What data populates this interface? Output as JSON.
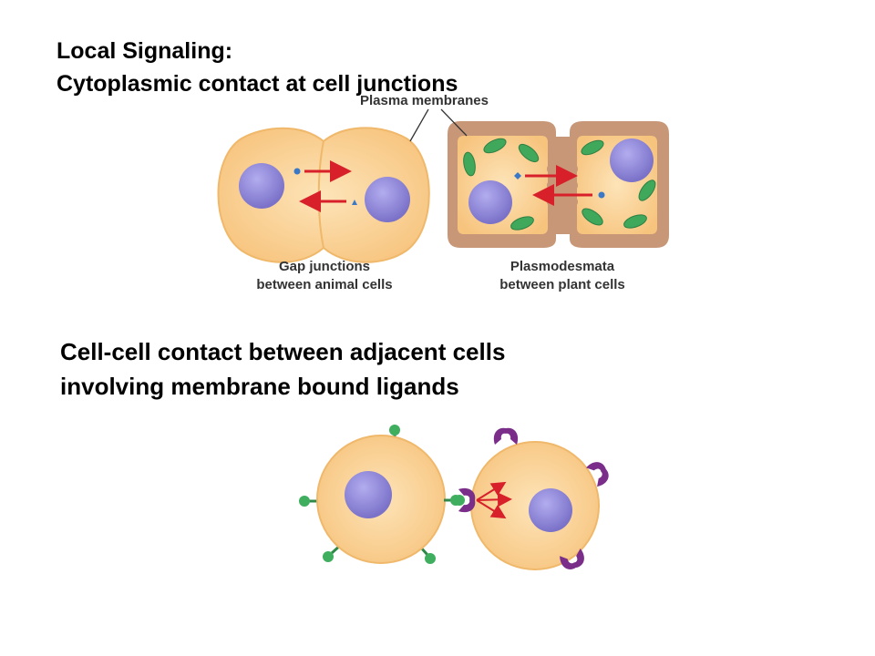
{
  "heading1": {
    "line1": "Local Signaling:",
    "line2": "Cytoplasmic contact at cell junctions"
  },
  "heading2": {
    "line1": "Cell-cell contact between adjacent cells",
    "line2": "involving membrane bound ligands"
  },
  "figure1": {
    "plasma_label": "Plasma membranes",
    "gap_label_1": "Gap junctions",
    "gap_label_2": "between animal cells",
    "plasmo_label_1": "Plasmodesmata",
    "plasmo_label_2": "between plant cells"
  },
  "colors": {
    "cytoplasm": "#fbd49a",
    "nucleus": "#8c85d4",
    "arrow": "#d8202a",
    "chloroplast": "#3fa85a",
    "cell_wall": "#c79778",
    "ligand": "#3fae5e",
    "receptor": "#7a2e8a"
  }
}
